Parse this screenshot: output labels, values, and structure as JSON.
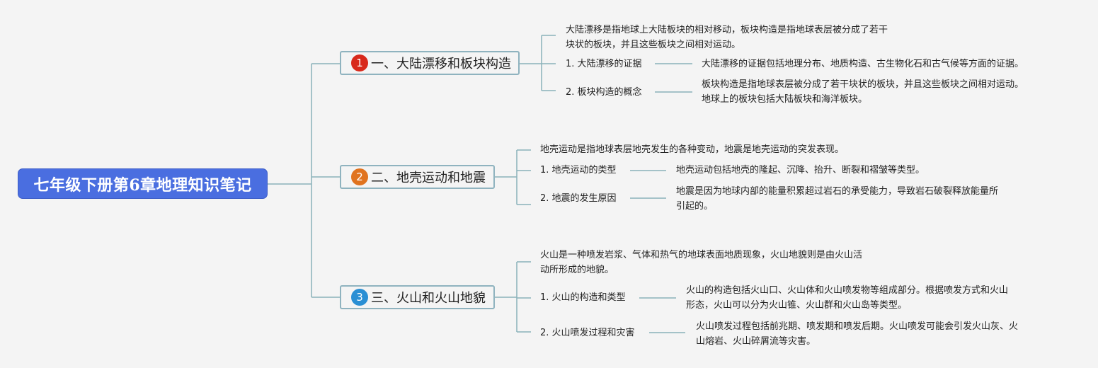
{
  "root": {
    "title": "七年级下册第6章地理知识笔记"
  },
  "branches": [
    {
      "badge": "1",
      "badge_color": "#d8291b",
      "title": "一、大陆漂移和板块构造",
      "intro": [
        "大陆漂移是指地球上大陆板块的相对移动，板块构造是指地球表层被分成了若干",
        "块状的板块，并且这些板块之间相对运动。"
      ],
      "subs": [
        {
          "label": "1. 大陆漂移的证据",
          "detail": [
            "大陆漂移的证据包括地理分布、地质构造、古生物化石和古气候等方面的证据。"
          ]
        },
        {
          "label": "2. 板块构造的概念",
          "detail": [
            "板块构造是指地球表层被分成了若干块状的板块，并且这些板块之间相对运动。",
            "地球上的板块包括大陆板块和海洋板块。"
          ]
        }
      ]
    },
    {
      "badge": "2",
      "badge_color": "#e0731f",
      "title": "二、地壳运动和地震",
      "intro": [
        "地壳运动是指地球表层地壳发生的各种变动，地震是地壳运动的突发表现。"
      ],
      "subs": [
        {
          "label": "1. 地壳运动的类型",
          "detail": [
            "地壳运动包括地壳的隆起、沉降、抬升、断裂和褶皱等类型。"
          ]
        },
        {
          "label": "2. 地震的发生原因",
          "detail": [
            "地震是因为地球内部的能量积累超过岩石的承受能力，导致岩石破裂释放能量所",
            "引起的。"
          ]
        }
      ]
    },
    {
      "badge": "3",
      "badge_color": "#2a8fd4",
      "title": "三、火山和火山地貌",
      "intro": [
        "火山是一种喷发岩浆、气体和热气的地球表面地质现象，火山地貌则是由火山活",
        "动所形成的地貌。"
      ],
      "subs": [
        {
          "label": "1. 火山的构造和类型",
          "detail": [
            "火山的构造包括火山口、火山体和火山喷发物等组成部分。根据喷发方式和火山",
            "形态，火山可以分为火山锥、火山群和火山岛等类型。"
          ]
        },
        {
          "label": "2. 火山喷发过程和灾害",
          "detail": [
            "火山喷发过程包括前兆期、喷发期和喷发后期。火山喷发可能会引发火山灰、火",
            "山熔岩、火山碎屑流等灾害。"
          ]
        }
      ]
    }
  ]
}
